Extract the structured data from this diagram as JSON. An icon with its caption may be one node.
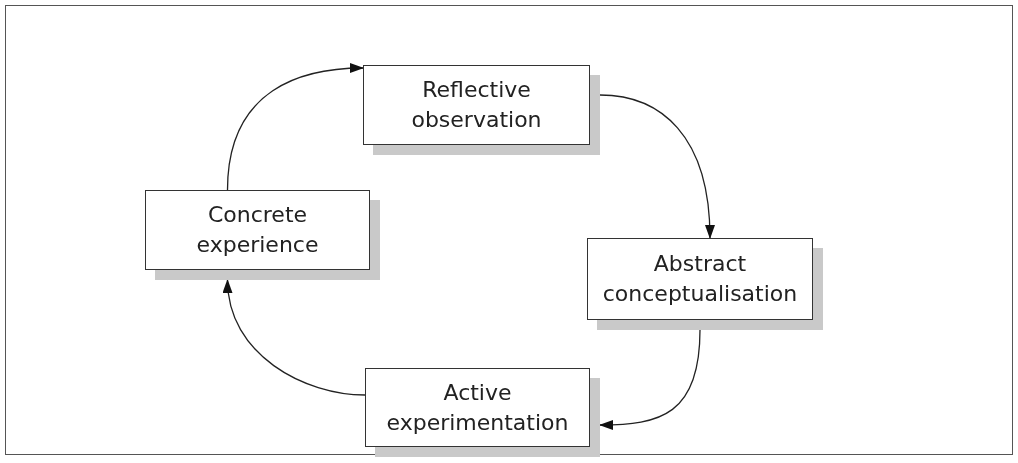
{
  "diagram": {
    "nodes": [
      {
        "text": [
          "Reflective observation"
        ]
      },
      {
        "text": [
          "Abstract conceptualisation"
        ]
      },
      {
        "text": [
          "Active experimentation"
        ]
      },
      {
        "text": [
          "Concrete experience"
        ]
      }
    ],
    "edges": [
      {
        "from": 3,
        "to": 0,
        "arrow": "to"
      },
      {
        "from": 0,
        "to": 1,
        "arrow": "to"
      },
      {
        "from": 1,
        "to": 2,
        "arrow": "to"
      },
      {
        "from": 2,
        "to": 3,
        "arrow": "to"
      }
    ]
  }
}
